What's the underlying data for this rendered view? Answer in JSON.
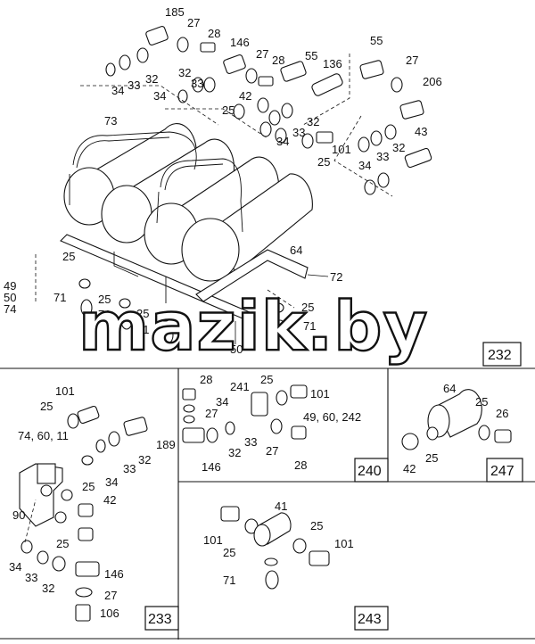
{
  "watermark": "mazik.by",
  "sections": [
    {
      "id": "232"
    },
    {
      "id": "233"
    },
    {
      "id": "240"
    },
    {
      "id": "243"
    },
    {
      "id": "247"
    }
  ],
  "labels": {
    "top": [
      "185",
      "27",
      "28",
      "146",
      "27",
      "28",
      "55",
      "136",
      "55",
      "27",
      "206",
      "34",
      "33",
      "32",
      "32",
      "33",
      "34",
      "42",
      "25",
      "32",
      "33",
      "34",
      "25",
      "101",
      "34",
      "33",
      "32",
      "43",
      "73",
      "64",
      "72",
      "25",
      "49",
      "50",
      "74",
      "71",
      "25",
      "71",
      "25",
      "71",
      "25",
      "71",
      "50"
    ],
    "s233": [
      "101",
      "25",
      "74, 60, 11",
      "189",
      "32",
      "33",
      "34",
      "90",
      "25",
      "42",
      "25",
      "34",
      "33",
      "32",
      "146",
      "27",
      "106"
    ],
    "s240": [
      "28",
      "241",
      "25",
      "101",
      "34",
      "27",
      "49, 60, 242",
      "146",
      "32",
      "33",
      "27",
      "28"
    ],
    "s243": [
      "41",
      "25",
      "101",
      "25",
      "101",
      "71"
    ],
    "s247": [
      "64",
      "25",
      "26",
      "42",
      "25"
    ]
  }
}
